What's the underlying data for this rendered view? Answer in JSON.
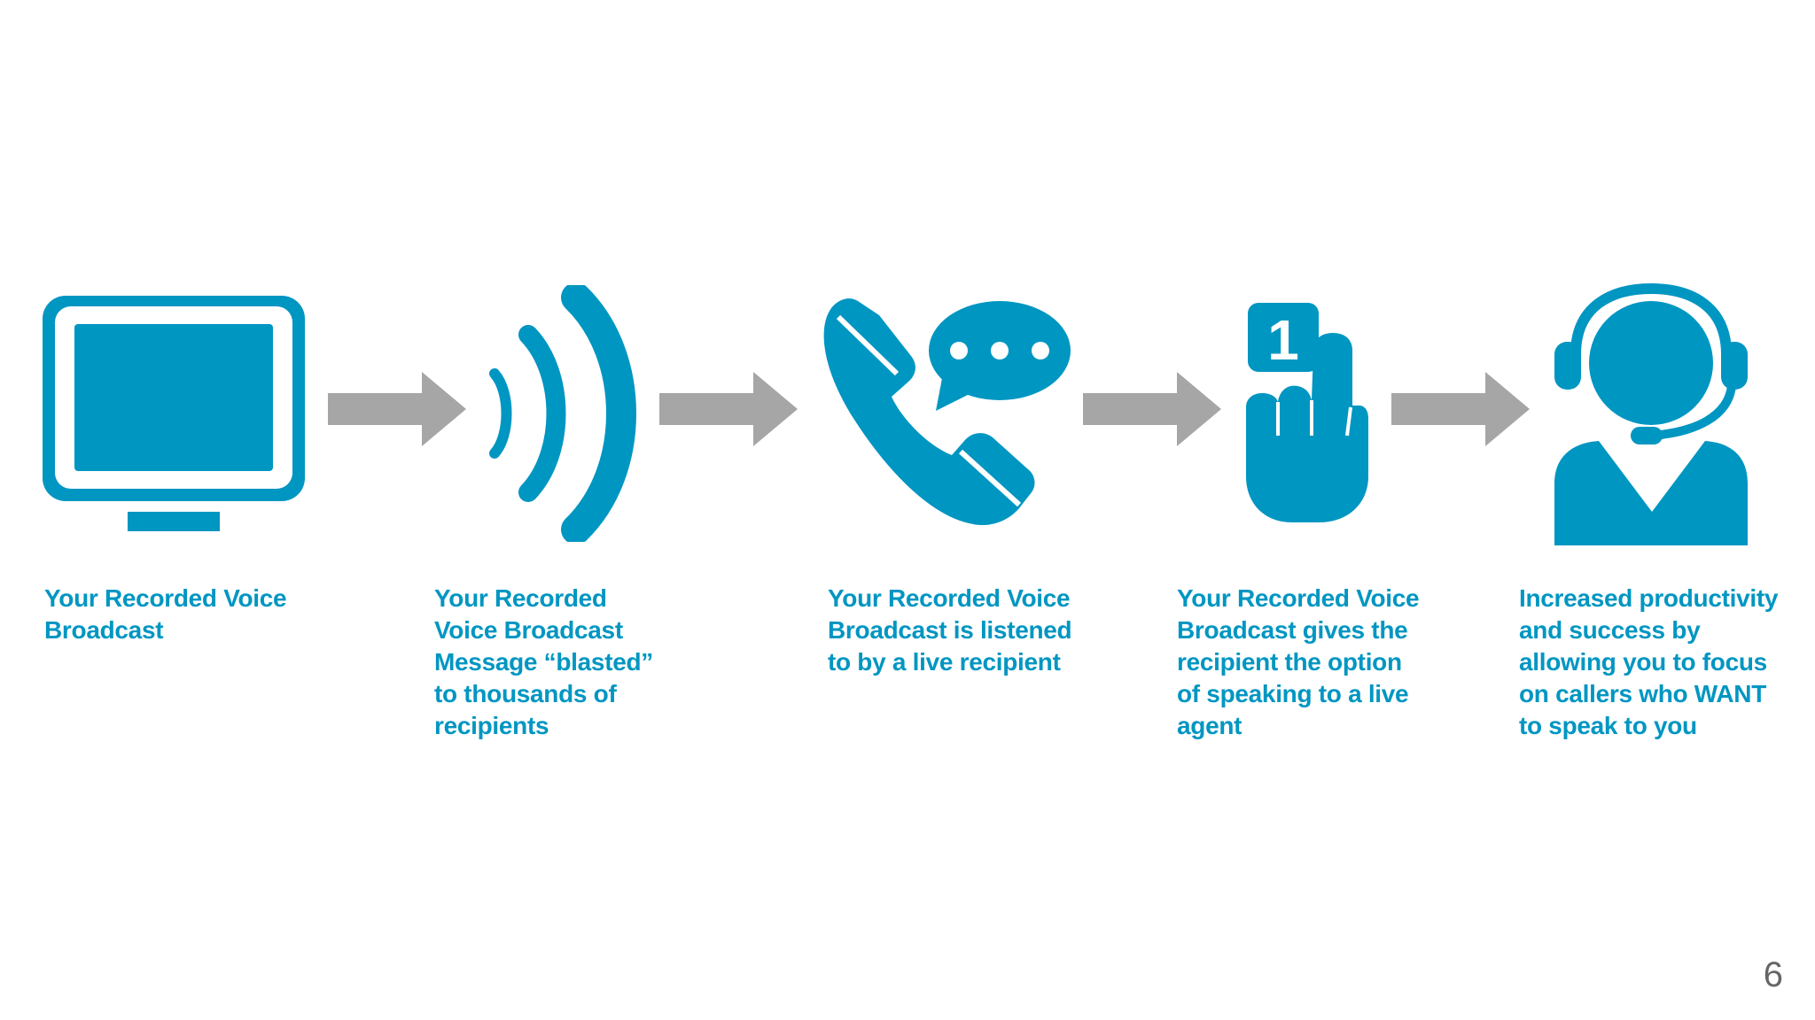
{
  "colors": {
    "icon": "#0096c2",
    "text": "#0096c2",
    "arrow": "#a6a6a6",
    "page_number": "#666666"
  },
  "steps": [
    {
      "icon": "monitor-icon",
      "text": "Your Recorded Voice\nBroadcast"
    },
    {
      "icon": "broadcast-waves-icon",
      "text": "Your Recorded\nVoice Broadcast\nMessage “blasted”\nto thousands of\nrecipients"
    },
    {
      "icon": "phone-chat-icon",
      "text": "Your Recorded Voice\nBroadcast is listened\nto by a live recipient"
    },
    {
      "icon": "keypress-finger-icon",
      "text": "Your Recorded Voice\nBroadcast gives the\nrecipient the option\nof speaking to a live\nagent"
    },
    {
      "icon": "headset-agent-icon",
      "text": "Increased productivity\nand success by\nallowing you to focus\non callers who WANT\nto speak to you"
    }
  ],
  "keypad_digit": "1",
  "page_number": "6"
}
